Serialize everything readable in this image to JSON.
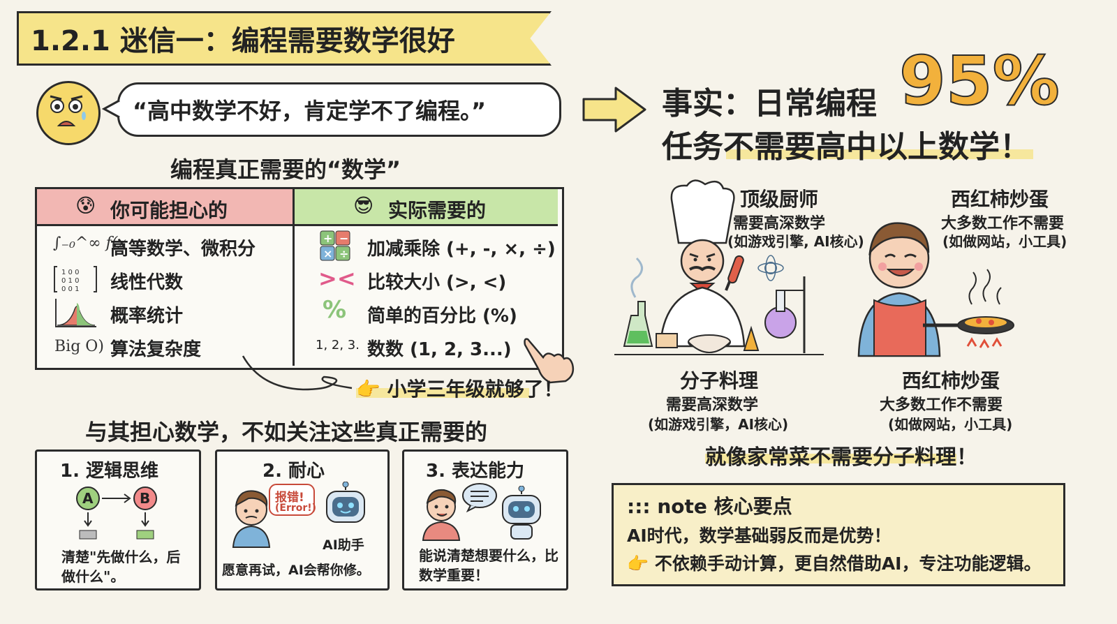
{
  "title": "1.2.1 迷信一：编程需要数学很好",
  "quote": "“高中数学不好，肯定学不了编程。”",
  "fact": {
    "line1": "事实：日常编程",
    "percent": "95%",
    "line2": "任务不需要高中以上数学！"
  },
  "math_heading": "编程真正需要的“数学”",
  "table": {
    "left_header": "你可能担心的",
    "right_header": "实际需要的",
    "left_emoji": "😰",
    "right_emoji": "😎",
    "left_rows": [
      {
        "icon": "∫₋₀^∞ f(x",
        "label": "高等数学、微积分"
      },
      {
        "icon": "[1 0 0; 0 1 0; 0 0 1]",
        "label": "线性代数"
      },
      {
        "icon": "bell-curve-icon",
        "label": "概率统计"
      },
      {
        "icon": "Big O)",
        "label": "算法复杂度"
      }
    ],
    "right_rows": [
      {
        "icon": "calculator-icon",
        "label": "加减乘除 (+, -, ×, ÷)"
      },
      {
        "icon": "><",
        "label": "比较大小 (>, <)"
      },
      {
        "icon": "%",
        "label": "简单的百分比 (%)"
      },
      {
        "icon": "1, 2, 3.",
        "label": "数数 (1, 2, 3...)"
      }
    ]
  },
  "enough": "👉 小学三年级就够了！",
  "focus_heading": "与其担心数学，不如关注这些真正需要的",
  "cards": [
    {
      "title": "1. 逻辑思维",
      "desc": "清楚\"先做什么，后做什么\"。",
      "node_a": "A",
      "node_b": "B"
    },
    {
      "title": "2. 耐心",
      "desc": "愿意再试，AI会帮你修。",
      "bubble": "报错!",
      "bubble_sub": "(Error!)",
      "robot_label": "AI助手"
    },
    {
      "title": "3. 表达能力",
      "desc": "能说清楚想要什么，比数学重要！"
    }
  ],
  "chef": {
    "title": "顶级厨师",
    "sub1": "需要高深数学",
    "sub2": "(如游戏引擎, AI核心)"
  },
  "cook": {
    "title": "西红柿炒蛋",
    "sub1": "大多数工作不需要",
    "sub2": "(如做网站，小工具)"
  },
  "molecular": {
    "title": "分子料理",
    "sub1": "需要高深数学",
    "sub2": "(如游戏引擎，AI核心)"
  },
  "cook2": {
    "title": "西红柿炒蛋",
    "sub1": "大多数工作不需要",
    "sub2": "(如做网站，小工具)"
  },
  "homecook": "就像家常菜不需要分子料理！",
  "note": {
    "title": "::: note 核心要点",
    "line1": "AI时代，数学基础弱反而是优势！",
    "line2": "👉 不依赖手动计算，更自然借助AI，专注功能逻辑。"
  },
  "colors": {
    "banner": "#f6e48a",
    "left_header": "#f2b7b3",
    "right_header": "#c8e6a8",
    "accent_orange": "#f2b13c",
    "note_bg": "#f8efc8"
  }
}
